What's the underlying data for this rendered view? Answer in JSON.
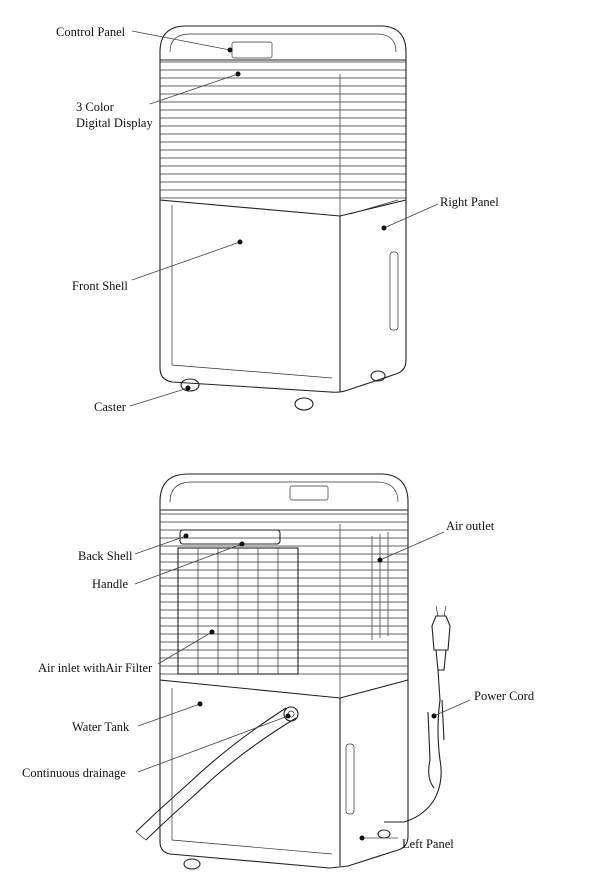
{
  "labels": {
    "control_panel": "Control Panel",
    "color_display_line1": "3 Color",
    "color_display_line2": "Digital Display",
    "front_shell": "Front Shell",
    "right_panel": "Right Panel",
    "caster": "Caster",
    "back_shell": "Back Shell",
    "handle": "Handle",
    "air_outlet": "Air outlet",
    "air_inlet": "Air inlet withAir Filter",
    "power_cord": "Power Cord",
    "water_tank": "Water Tank",
    "continuous_drainage": "Continuous drainage",
    "left_panel": "Left Panel"
  }
}
